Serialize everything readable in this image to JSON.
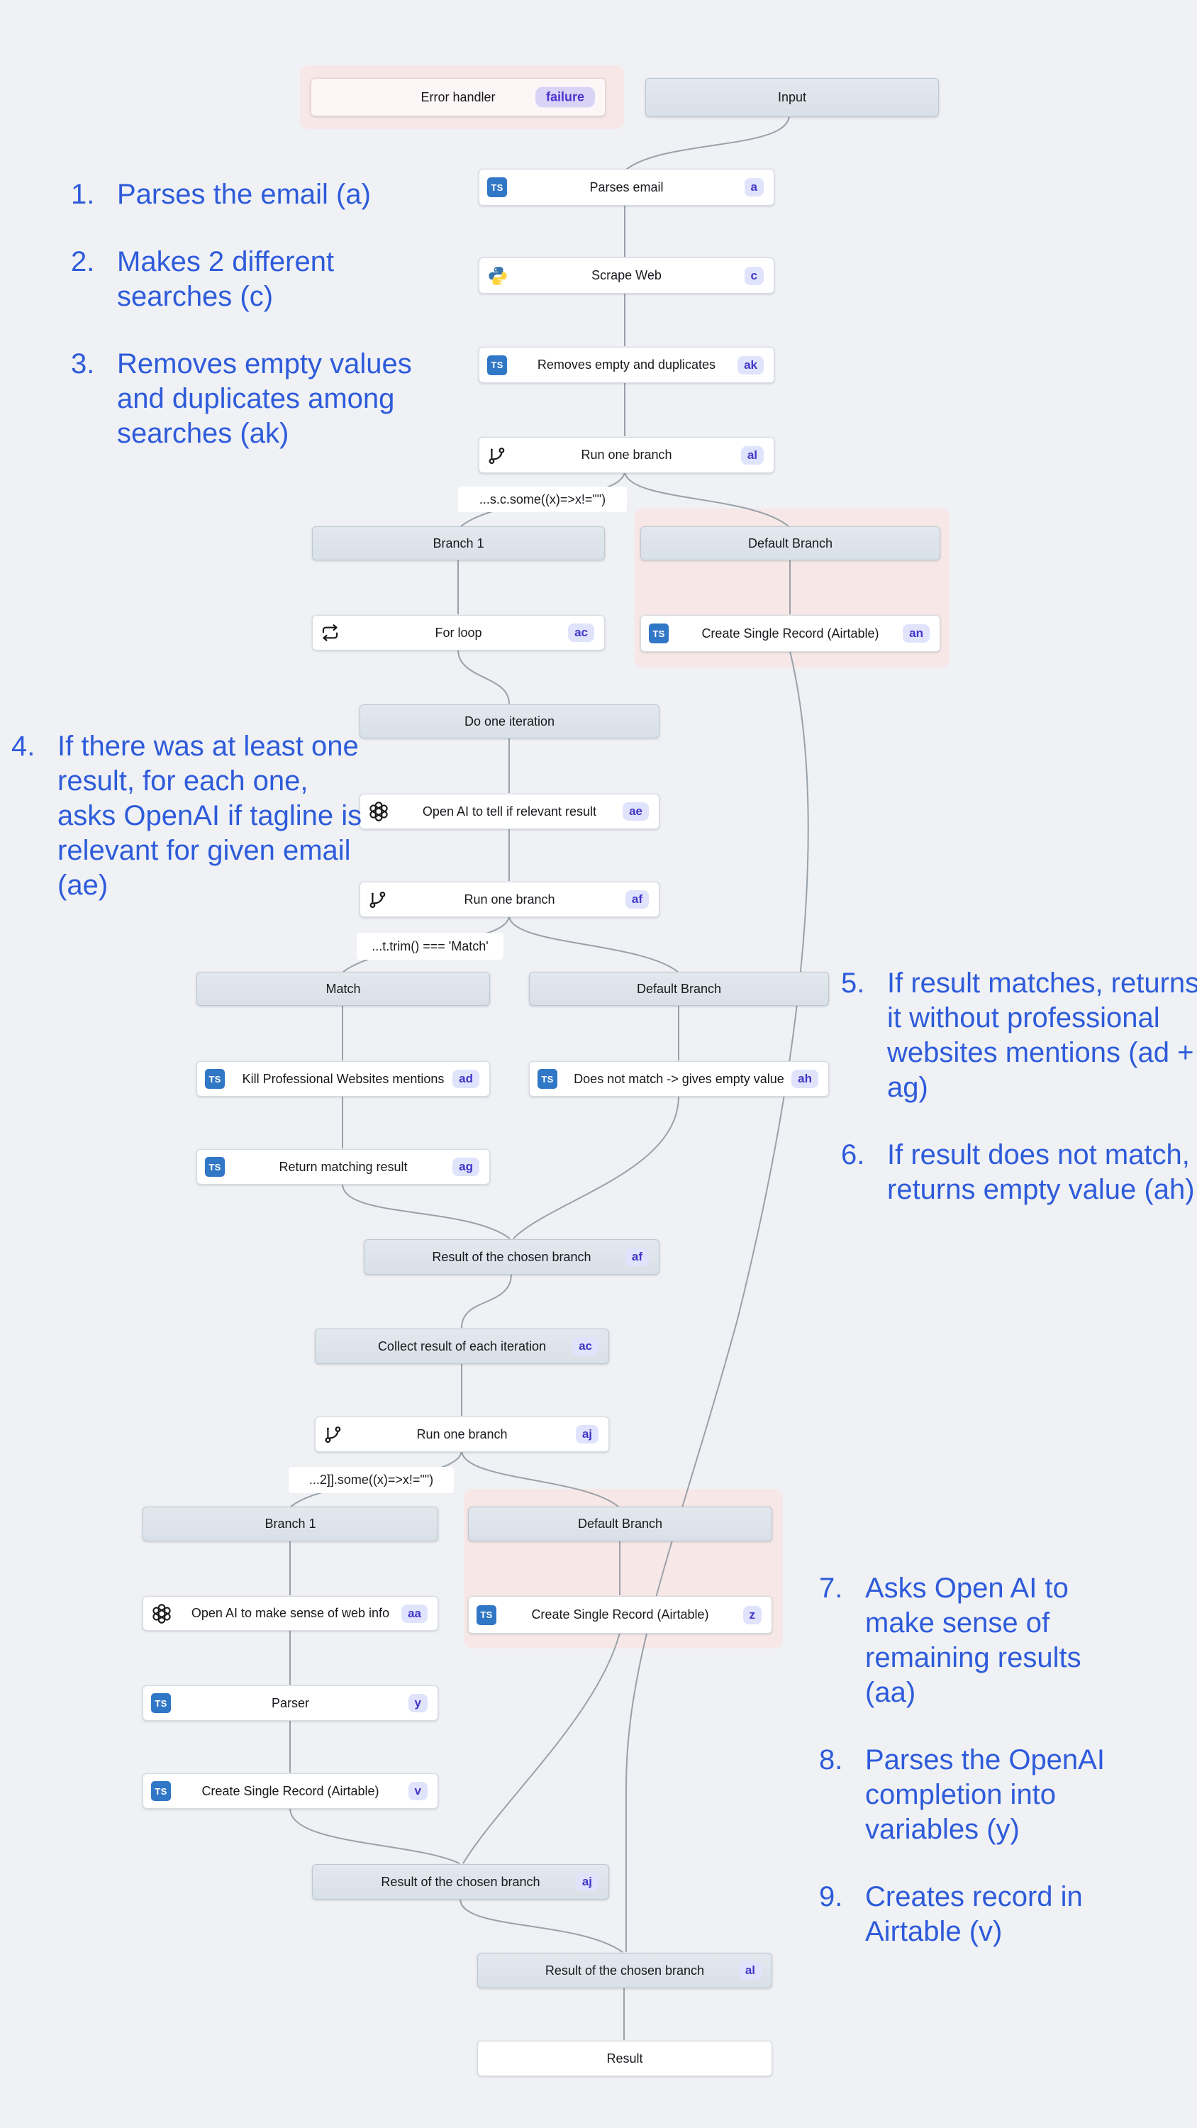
{
  "colors": {
    "background": "#eff1f5",
    "annotation_blue": "#2e5bda",
    "badge_bg": "#e0e3fc",
    "badge_text": "#4336c6",
    "failure_badge_bg": "#d9d4f7",
    "failure_badge_text": "#4b33cf",
    "typescript_blue": "#3077c6",
    "python_blue": "#3776ab",
    "python_yellow": "#ffd43b",
    "pink_region": "#f7e8e7",
    "gray_header": "#dce3e9",
    "edge_gray": "#9aa1a9"
  },
  "icons": {
    "ts": "TS"
  },
  "nodes": {
    "error_handler": {
      "label": "Error handler",
      "badge": "failure"
    },
    "input": {
      "label": "Input"
    },
    "parses_email": {
      "label": "Parses email",
      "badge": "a"
    },
    "scrape_web": {
      "label": "Scrape Web",
      "badge": "c"
    },
    "removes_empty": {
      "label": "Removes empty and duplicates",
      "badge": "ak"
    },
    "run_al": {
      "label": "Run one branch",
      "badge": "al"
    },
    "branch1_top": {
      "label": "Branch 1"
    },
    "default_top": {
      "label": "Default Branch"
    },
    "for_loop": {
      "label": "For loop",
      "badge": "ac"
    },
    "create_an": {
      "label": "Create Single Record (Airtable)",
      "badge": "an"
    },
    "do_iteration": {
      "label": "Do one iteration"
    },
    "openai_ae": {
      "label": "Open AI to tell if relevant result",
      "badge": "ae"
    },
    "run_af": {
      "label": "Run one branch",
      "badge": "af"
    },
    "match": {
      "label": "Match"
    },
    "default_mid": {
      "label": "Default Branch"
    },
    "kill_ad": {
      "label": "Kill Professional Websites mentions",
      "badge": "ad"
    },
    "no_match_ah": {
      "label": "Does not match -> gives empty value",
      "badge": "ah"
    },
    "return_ag": {
      "label": "Return matching result",
      "badge": "ag"
    },
    "result_af": {
      "label": "Result of the chosen branch",
      "badge": "af"
    },
    "collect_ac": {
      "label": "Collect result of each iteration",
      "badge": "ac"
    },
    "run_aj": {
      "label": "Run one branch",
      "badge": "aj"
    },
    "branch1_bot": {
      "label": "Branch 1"
    },
    "default_bot": {
      "label": "Default Branch"
    },
    "openai_aa": {
      "label": "Open AI to make sense of web info",
      "badge": "aa"
    },
    "create_z": {
      "label": "Create Single Record (Airtable)",
      "badge": "z"
    },
    "parser_y": {
      "label": "Parser",
      "badge": "y"
    },
    "create_v": {
      "label": "Create Single Record (Airtable)",
      "badge": "v"
    },
    "result_aj": {
      "label": "Result of the chosen branch",
      "badge": "aj"
    },
    "result_al": {
      "label": "Result of the chosen branch",
      "badge": "al"
    },
    "result": {
      "label": "Result"
    }
  },
  "conditions": {
    "c1": "...s.c.some((x)=>x!=\"\")",
    "c2": "...t.trim() === 'Match'",
    "c3": "...2]].some((x)=>x!=\"\")"
  },
  "annotations": [
    {
      "num": "1.",
      "text": "Parses the email (a)"
    },
    {
      "num": "2.",
      "text": "Makes 2 different searches (c)"
    },
    {
      "num": "3.",
      "text": "Removes empty values and duplicates among searches (ak)"
    },
    {
      "num": "4.",
      "text": "If there was at least one result, for each one, asks OpenAI if tagline is relevant for given email (ae)"
    },
    {
      "num": "5.",
      "text": "If result matches, returns it without professional websites mentions (ad + ag)"
    },
    {
      "num": "6.",
      "text": "If result does not match, returns empty value (ah)"
    },
    {
      "num": "7.",
      "text": "Asks Open AI to make sense of remaining results (aa)"
    },
    {
      "num": "8.",
      "text": "Parses the OpenAI completion into variables (y)"
    },
    {
      "num": "9.",
      "text": "Creates record in Airtable (v)"
    }
  ]
}
